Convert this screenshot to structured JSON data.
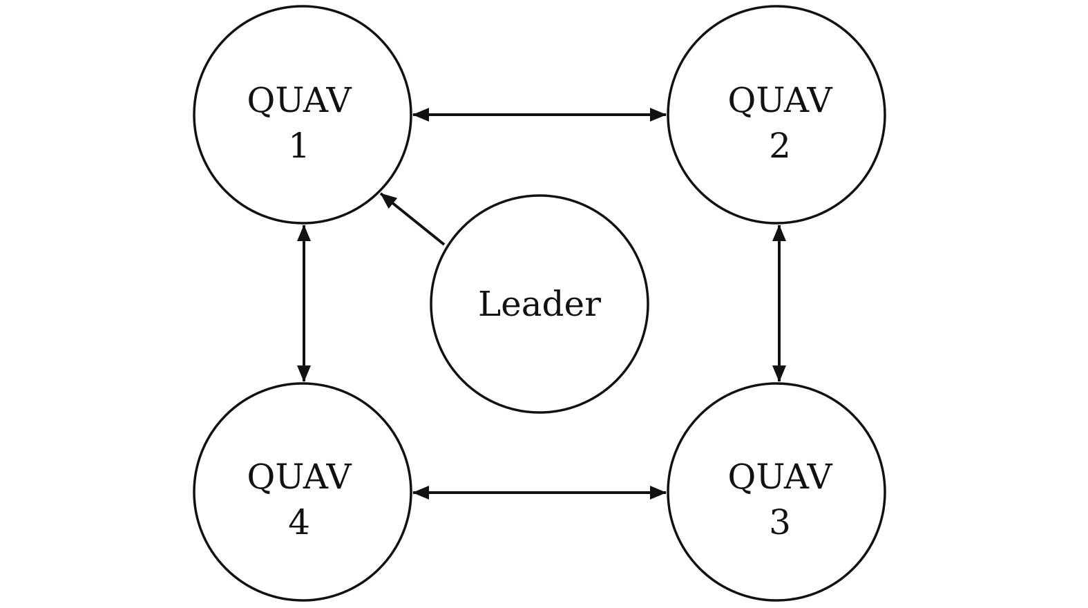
{
  "nodes": {
    "quav1": {
      "line1": "QUAV",
      "line2": "1"
    },
    "quav2": {
      "line1": "QUAV",
      "line2": "2"
    },
    "quav3": {
      "line1": "QUAV",
      "line2": "3"
    },
    "quav4": {
      "line1": "QUAV",
      "line2": "4"
    },
    "leader": {
      "label": "Leader"
    }
  },
  "edges": [
    {
      "from": "quav1",
      "to": "quav2",
      "direction": "bidirectional"
    },
    {
      "from": "quav2",
      "to": "quav3",
      "direction": "bidirectional"
    },
    {
      "from": "quav3",
      "to": "quav4",
      "direction": "bidirectional"
    },
    {
      "from": "quav4",
      "to": "quav1",
      "direction": "bidirectional"
    },
    {
      "from": "leader",
      "to": "quav1",
      "direction": "directed"
    }
  ]
}
